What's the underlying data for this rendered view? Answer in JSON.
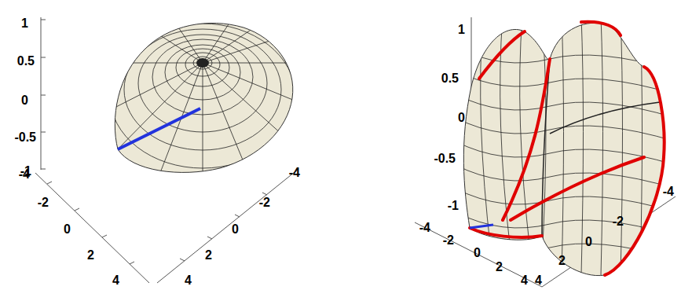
{
  "diagram": {
    "labels": [
      "1",
      "0.5",
      "0",
      "-0.5",
      "-1",
      "-4",
      "-2",
      "0",
      "2",
      "4",
      "4",
      "2",
      "0",
      "-2",
      "-4",
      "1",
      "0.5",
      "0",
      "-0.5",
      "-1",
      "-4",
      "-2",
      "0",
      "2",
      "4",
      "4",
      "2",
      "0",
      "-2",
      "-4"
    ]
  }
}
